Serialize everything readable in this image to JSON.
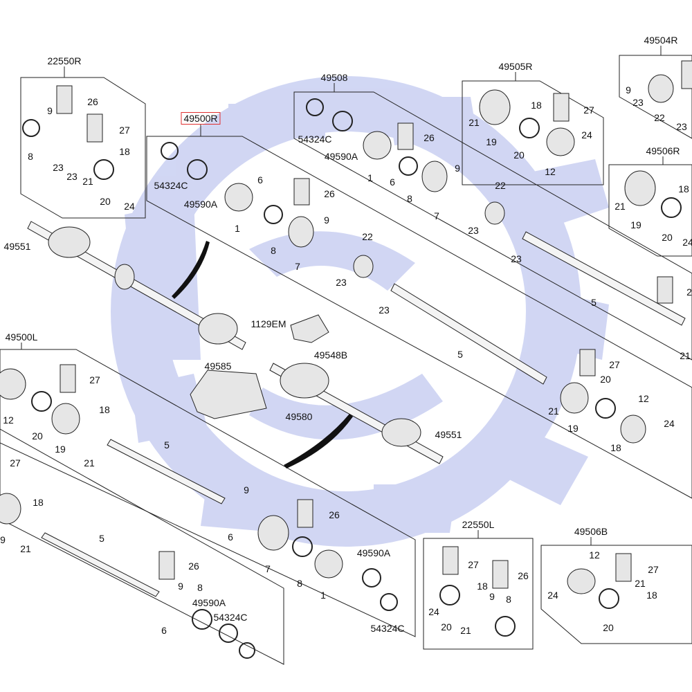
{
  "diagram": {
    "highlighted_part": "49500R",
    "colors": {
      "watermark": "#c9d0f2",
      "highlight": "#e03030",
      "line": "#222222",
      "part_fill": "#e6e6e6"
    },
    "watermark_logo": "blue gear with letters",
    "labels": [
      "22550R",
      "26",
      "9",
      "27",
      "8",
      "23",
      "23",
      "21",
      "18",
      "20",
      "24",
      "49500R",
      "54324C",
      "49590A",
      "6",
      "26",
      "1",
      "9",
      "8",
      "7",
      "22",
      "23",
      "23",
      "49508",
      "54324C",
      "49590A",
      "26",
      "1",
      "6",
      "8",
      "9",
      "7",
      "22",
      "23",
      "23",
      "49505R",
      "18",
      "27",
      "21",
      "19",
      "20",
      "24",
      "12",
      "49504R",
      "9",
      "23",
      "22",
      "23",
      "49506R",
      "21",
      "18",
      "19",
      "20",
      "24",
      "49551",
      "5",
      "2",
      "21",
      "1129EM",
      "49548B",
      "5",
      "49500L",
      "27",
      "12",
      "20",
      "18",
      "19",
      "21",
      "27",
      "20",
      "12",
      "21",
      "19",
      "24",
      "18",
      "49585",
      "49580",
      "49551",
      "5",
      "27",
      "9",
      "26",
      "6",
      "7",
      "8",
      "1",
      "49590A",
      "54324C",
      "18",
      "9",
      "21",
      "5",
      "26",
      "8",
      "9",
      "49590A",
      "54324C",
      "6",
      "22550L",
      "27",
      "18",
      "9",
      "26",
      "8",
      "24",
      "20",
      "21",
      "49506B",
      "12",
      "27",
      "21",
      "18",
      "24",
      "20"
    ]
  }
}
